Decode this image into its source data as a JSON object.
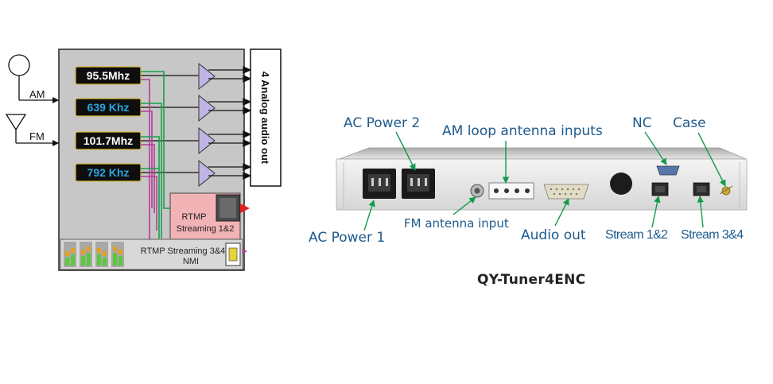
{
  "block_diagram": {
    "inputs": {
      "am": "AM",
      "fm": "FM"
    },
    "tuners": [
      "95.5Mhz",
      "639 Khz",
      "101.7Mhz",
      "792 Khz"
    ],
    "output_box": "4 Analog audio out",
    "rtmp_1": {
      "line1": "RTMP",
      "line2": "Streaming 1&2"
    },
    "rtmp_2": {
      "line1": "RTMP Streaming 3&4",
      "line2": "NMI"
    },
    "colors": {
      "panel": "#c7c7c7",
      "display": "#0e0e0e",
      "white_text": "#ffffff",
      "cyan_text": "#2aa6e0",
      "amp": "#c0b4e4",
      "green": "#16a04a",
      "magenta": "#b53b9a",
      "red": "#e02020",
      "rtmp_bg": "#f2b3b6"
    }
  },
  "photo": {
    "labels": {
      "ac_power_2": "AC Power 2",
      "am_loop": "AM loop antenna inputs",
      "nc": "NC",
      "case": "Case",
      "fm_antenna": "FM antenna input",
      "audio_out": "Audio out",
      "ac_power_1": "AC Power 1",
      "stream_12": "Stream 1&2",
      "stream_34": "Stream 3&4"
    },
    "label_color": "#1e5a8c",
    "arrow_color": "#129a4c"
  },
  "model": "QY-Tuner4ENC"
}
